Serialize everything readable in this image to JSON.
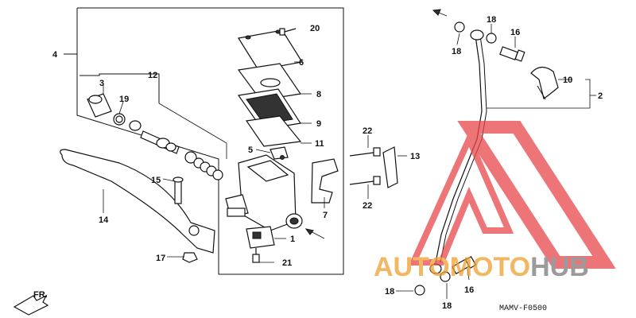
{
  "callouts": {
    "c1": "1",
    "c2": "2",
    "c3": "3",
    "c4": "4",
    "c5": "5",
    "c6": "6",
    "c7": "7",
    "c8": "8",
    "c9": "9",
    "c10": "10",
    "c11": "11",
    "c12": "12",
    "c13": "13",
    "c14": "14",
    "c15": "15",
    "c16a": "16",
    "c16b": "16",
    "c17": "17",
    "c18a": "18",
    "c18b": "18",
    "c18c": "18",
    "c18d": "18",
    "c19": "19",
    "c20": "20",
    "c21": "21",
    "c22a": "22",
    "c22b": "22"
  },
  "direction_label": "FR.",
  "diagram_code": "MAMV-F0500",
  "watermark": {
    "text_left": "AUTO",
    "text_mid": "MOTO",
    "text_right": "HUB",
    "color_red": "#e8474a",
    "color_orange": "#f0a030",
    "color_gray": "#7a7a7a"
  }
}
